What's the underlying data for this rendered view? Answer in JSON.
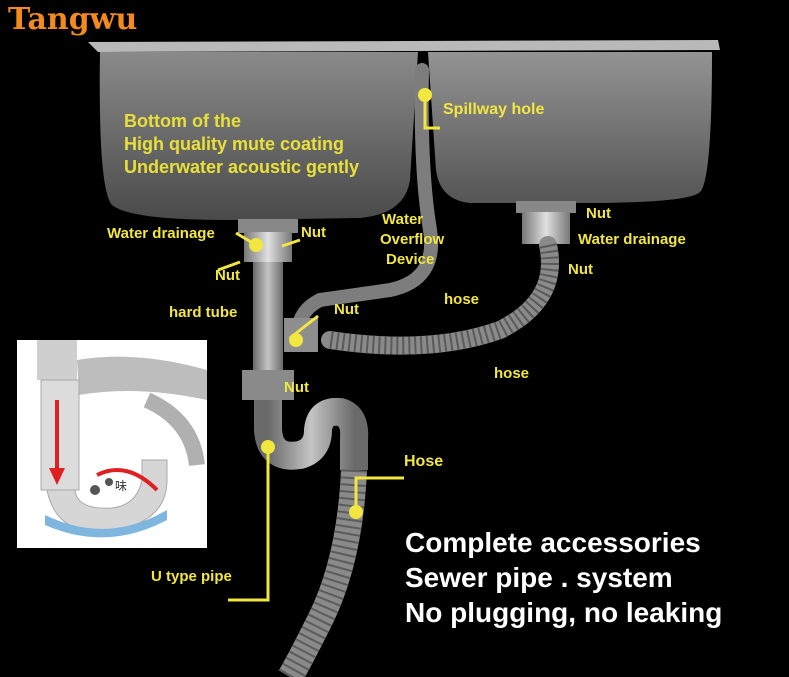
{
  "brand": "Tangwu",
  "coating_lines": [
    "Bottom of the",
    "High quality mute coating",
    "Underwater acoustic gently"
  ],
  "labels": {
    "spillway_hole": "Spillway hole",
    "water_drainage_left": "Water drainage",
    "nut_top_left": "Nut",
    "water_overflow_1": "Water",
    "water_overflow_2": "Overflow",
    "water_overflow_3": "Device",
    "nut_top_right": "Nut",
    "water_drainage_right": "Water drainage",
    "nut_right_lower": "Nut",
    "nut_left_lower": "Nut",
    "hose_upper": "hose",
    "hard_tube": "hard tube",
    "nut_middle": "Nut",
    "hose_right": "hose",
    "nut_bottom": "Nut",
    "hose_main": "Hose",
    "u_type_pipe": "U type pipe",
    "inset_glyph": "味"
  },
  "promo_lines": [
    "Complete accessories",
    "Sewer pipe . system",
    "No plugging, no leaking"
  ],
  "colors": {
    "label_yellow": "#f2e640",
    "brand_orange": "#f28a1e",
    "promo_white": "#ffffff",
    "sink_gray": "#6e6e6e",
    "pipe_gray": "#9a9a9a"
  }
}
